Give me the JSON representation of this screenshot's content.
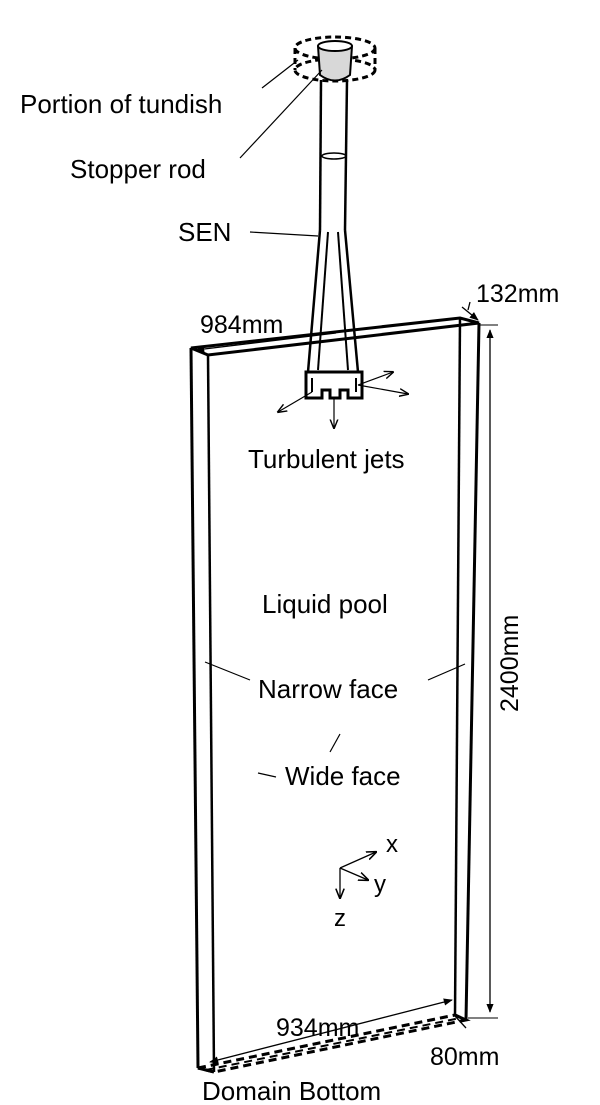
{
  "labels": {
    "tundish": "Portion of tundish",
    "stopper_rod": "Stopper rod",
    "sen": "SEN",
    "turbulent_jets": "Turbulent jets",
    "liquid_pool": "Liquid pool",
    "narrow_face": "Narrow face",
    "wide_face": "Wide face",
    "domain_bottom": "Domain Bottom"
  },
  "dimensions": {
    "width_top": "984mm",
    "thickness_top": "132mm",
    "height": "2400mm",
    "width_bottom": "934mm",
    "thickness_bottom": "80mm"
  },
  "axes": {
    "x": "x",
    "y": "y",
    "z": "z"
  }
}
